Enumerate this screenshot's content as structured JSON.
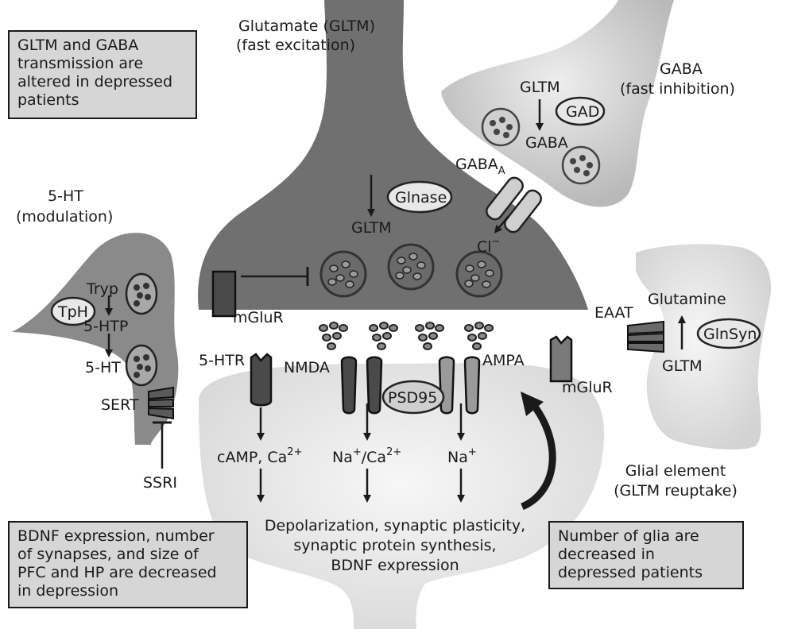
{
  "labels": {
    "glutamate_title": "Glutamate (GLTM)",
    "glutamate_sub": "(fast excitation)",
    "gaba_title": "GABA",
    "gaba_sub": "(fast inhibition)",
    "ht_title": "5-HT",
    "ht_sub": "(modulation)",
    "gltm_gaba_neuron": "GLTM",
    "gad": "GAD",
    "gaba_inside": "GABA",
    "gaba_a": "GABA",
    "gaba_a_sub": "A",
    "cl": "Cl",
    "cl_sup": "−",
    "glnase": "Glnase",
    "gltm_pre": "GLTM",
    "mglur_pre": "mGluR",
    "tryp": "Tryp",
    "tph": "TpH",
    "htp": "5-HTP",
    "ht_inside": "5-HT",
    "sert": "SERT",
    "ssri": "SSRI",
    "ht_receptor": "5-HTR",
    "nmda": "NMDA",
    "ampa": "AMPA",
    "psd95": "PSD95",
    "mglur_post": "mGluR",
    "eaat": "EAAT",
    "glutamine": "Glutamine",
    "glnsyn": "GlnSyn",
    "gltm_glia": "GLTM",
    "camp": "cAMP, Ca",
    "camp_sup": "2+",
    "na_ca_1": "Na",
    "na_ca_sup1": "+",
    "na_ca_2": "/Ca",
    "na_ca_sup2": "2+",
    "na": "Na",
    "na_sup": "+",
    "outcome_line1": "Depolarization, synaptic plasticity,",
    "outcome_line2": "synaptic protein synthesis,",
    "outcome_line3": "BDNF expression",
    "glial_line1": "Glial element",
    "glial_line2": "(GLTM reuptake)"
  },
  "boxes": {
    "top_left": "GLTM and GABA\ntransmission are\naltered in depressed\npatients",
    "bottom_left": "BDNF expression, number\nof synapses, and size of\nPFC and HP are decreased\nin depression",
    "bottom_right": "Number of glia are\ndecreased in\ndepressed patients"
  },
  "colors": {
    "presynaptic": "#707070",
    "gaba_neuron": "#cfcfcf",
    "postsynaptic": "#e6e6e6",
    "ht_neuron": "#8a8a8a",
    "glia": "#e2e2e2",
    "box_fill": "#d6d6d6"
  }
}
